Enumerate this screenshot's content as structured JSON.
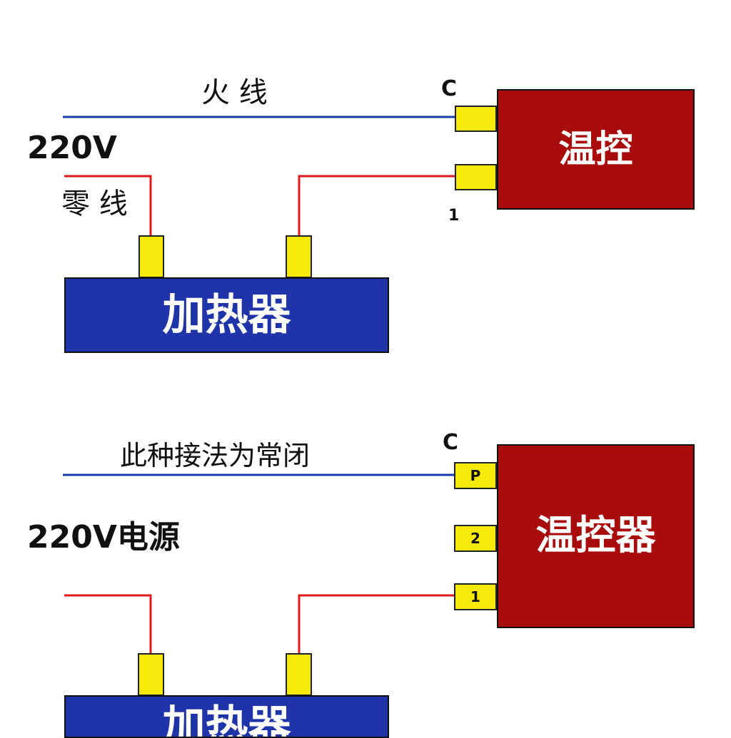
{
  "colors": {
    "live_wire": "#1a3caa",
    "neutral_wire": "#e01818",
    "heater_box": "#1e34a8",
    "controller_box": "#a80c0c",
    "terminal": "#f5ea0a",
    "text": "#111111"
  },
  "top": {
    "live_label": "火 线",
    "voltage_label": "220V",
    "neutral_label": "零 线",
    "terminal_c_label": "C",
    "terminal_1_label": "1",
    "controller_label": "温控",
    "heater_label": "加热器"
  },
  "bottom": {
    "note_label": "此种接法为常闭",
    "voltage_label": "220V电源",
    "terminal_c_label": "C",
    "terminal_p_label": "P",
    "terminal_2_label": "2",
    "terminal_1_label": "1",
    "controller_label": "温控器",
    "heater_label": "加热器"
  }
}
